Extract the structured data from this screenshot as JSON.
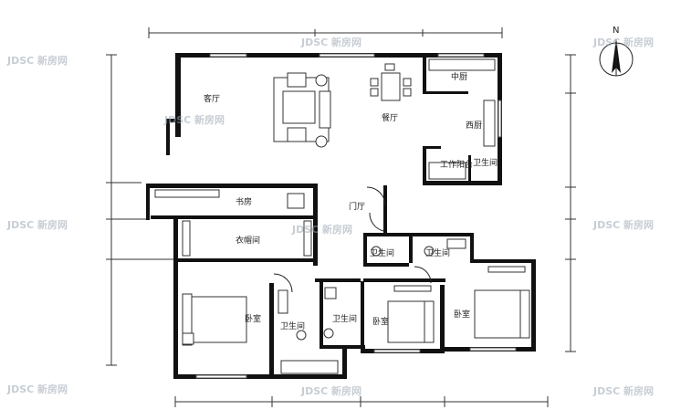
{
  "compass": {
    "north_label": "N"
  },
  "rooms": {
    "living": "客厅",
    "dining": "餐厅",
    "kitchen_cn": "中厨",
    "kitchen_west": "西厨",
    "utility": "工作阳台",
    "bath_small": "卫生间",
    "study": "书房",
    "foyer": "门厅",
    "cloak": "衣帽间",
    "bath_a": "卫生间",
    "bath_b": "卫生间",
    "bedroom_master": "卧室",
    "bath_master": "卫生间",
    "bath_mid": "卫生间",
    "bedroom_mid": "卧室",
    "bedroom_east": "卧室"
  },
  "watermark": "JDSC 新房网"
}
